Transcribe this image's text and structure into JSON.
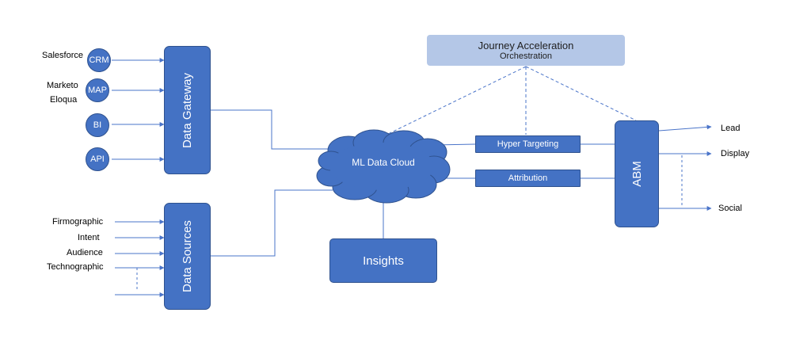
{
  "journey": {
    "title": "Journey Acceleration",
    "subtitle": "Orchestration"
  },
  "inputs": {
    "salesforce": "Salesforce",
    "marketo": "Marketo",
    "eloqua": "Eloqua"
  },
  "gateway_circles": {
    "crm": "CRM",
    "map": "MAP",
    "bi": "BI",
    "api": "API"
  },
  "gateway": "Data  Gateway",
  "sources": {
    "box": "Data  Sources",
    "items": [
      "Firmographic",
      "Intent",
      "Audience",
      "Technographic"
    ]
  },
  "cloud": "ML Data Cloud",
  "insights": "Insights",
  "hyper_targeting": "Hyper Targeting",
  "attribution": "Attribution",
  "abm": "ABM",
  "outputs": {
    "lead": "Lead",
    "display": "Display",
    "social": "Social"
  },
  "colors": {
    "box_fill": "#4472c4",
    "box_border": "#2f528f",
    "journey_fill": "#b4c7e7",
    "line": "#4a74c9"
  }
}
